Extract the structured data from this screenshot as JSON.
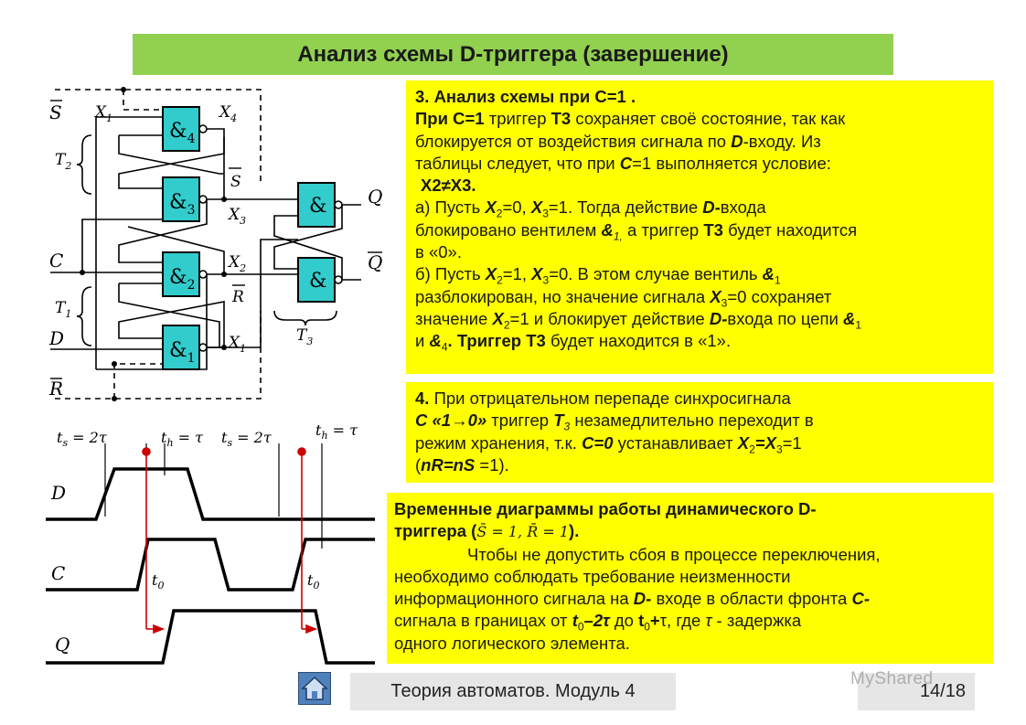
{
  "title": "Анализ схемы D-триггера (завершение)",
  "box1": {
    "heading": "3.  Анализ схемы при С=1 .",
    "l2a": "При С=1",
    "l2b": " триггер ",
    "l2c": "Т3",
    "l2d": " сохраняет своё состояние, так как",
    "l3a": "блокируется от воздействия сигнала по ",
    "l3b": "D",
    "l3c": "-входу. Из",
    "l4a": "таблицы следует, что при ",
    "l4b": "С",
    "l4c": "=1 выполняется условие:",
    "cond": "Х2≠Х3.",
    "a1": "а) Пусть ",
    "a2": "Х",
    "a3": "2",
    "a4": "=0, ",
    "a5": "Х",
    "a6": "3",
    "a7": "=1. Тогда  действие ",
    "a8": "D-",
    "a9": "входа",
    "a10": "блокировано вентилем ",
    "a11": "&",
    "a12": "1,",
    "a13": "  а триггер  ",
    "a14": "Т3",
    "a15": " будет находится",
    "a16": "в «0».",
    "b1": "б) Пусть ",
    "b2": "Х",
    "b3": "2",
    "b4": "=1, ",
    "b5": "Х",
    "b6": "3",
    "b7": "=0. В этом случае вентиль ",
    "b8": "&",
    "b9": "1",
    "b10": "разблокирован,  но значение сигнала ",
    "b11": "Х",
    "b12": "3",
    "b13": "=0 сохраняет",
    "b14": "значение ",
    "b15": "Х",
    "b16": "2",
    "b17": "=1 и блокирует действие ",
    "b18": "D-",
    "b19": "входа по цепи ",
    "b20": "&",
    "b21": "1",
    "b22": "и ",
    "b23": "&",
    "b24": "4",
    "b25": ". Триггер ",
    "b26": "Т3",
    "b27": " будет находится в «1»."
  },
  "box2": {
    "h1": "4.",
    "h2": "  При отрицательном перепаде синхросигнала",
    "c1": "C",
    "c2": "  «1→0»",
    "c3": " триггер ",
    "c4": "T",
    "c5": "3",
    "c6": "  незамедлительно переходит в",
    "r1": "режим хранения, т.к. ",
    "r2": "С=0",
    "r3": "  устанавливает ",
    "r4": "Х",
    "r5": "2",
    "r6": "=Х",
    "r7": "3",
    "r8": "=1",
    "n1": "(",
    "n2": "nR=nS",
    "n3": " =1)."
  },
  "box3": {
    "h1": "Временные диаграммы работы динамического D-",
    "h2a": "триггера (",
    "h2b": "S̄ = 1, R̄ = 1",
    "h2c": ").",
    "p1": "Чтобы не допустить сбоя в процессе переключения,",
    "p2": "необходимо соблюдать требование неизменности",
    "p3a": "информационного сигнала на ",
    "p3b": "D-",
    "p3c": " входе в области фронта ",
    "p3d": "C-",
    "p4a": "сигнала  в границах от ",
    "p4b": "t",
    "p4c": "0",
    "p4d": "–2τ",
    "p4e": " до ",
    "p4f": "t",
    "p4g": "0",
    "p4h": "+",
    "p4i": "τ",
    "p4j": ", где ",
    "p4k": "τ",
    "p4l": " - задержка",
    "p5": "одного логического элемента."
  },
  "footer": {
    "text": "Теория автоматов. Модуль 4",
    "page": "14/18",
    "watermark": "MyShared"
  },
  "circuit": {
    "S": "S",
    "C": "C",
    "D": "D",
    "R": "R",
    "Q": "Q",
    "nQ": "Q",
    "T2": "T",
    "T2s": "2",
    "T1": "T",
    "T1s": "1",
    "T3": "T",
    "T3s": "3",
    "X1a": "X",
    "X1as": "1",
    "X4": "X",
    "X4s": "4",
    "X3": "X",
    "X3s": "3",
    "X2": "X",
    "X2s": "2",
    "X1b": "X",
    "X1bs": "1",
    "g4": "&",
    "g4s": "4",
    "g3": "&",
    "g3s": "3",
    "g2": "&",
    "g2s": "2",
    "g1": "&",
    "g1s": "1",
    "g5": "&",
    "g6": "&",
    "Sbar": "S",
    "Rbar": "R"
  },
  "timing": {
    "ts1": "t",
    "ts1s": "s",
    "ts1v": " = 2τ",
    "th1": "t",
    "th1s": "h",
    "th1v": " = τ",
    "ts2": "t",
    "ts2s": "s",
    "ts2v": " = 2τ",
    "th2": "t",
    "th2s": "h",
    "th2v": " = τ",
    "D": "D",
    "C": "C",
    "Q": "Q",
    "t0a": "t",
    "t0as": "0",
    "t0b": "t",
    "t0bs": "0"
  },
  "colors": {
    "title_bg": "#92d050",
    "box_bg": "#ffff00",
    "gate": "#33cccc",
    "marker": "#cc0000"
  }
}
